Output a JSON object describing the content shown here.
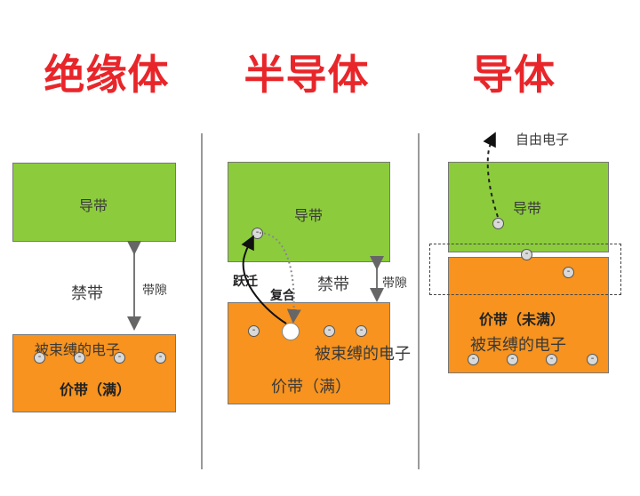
{
  "insulator": {
    "title": "绝缘体",
    "conduction_band": "导带",
    "forbidden_band": "禁带",
    "band_gap": "带隙",
    "bound_electrons": "被束缚的电子",
    "valence_band": "价带（满）",
    "electron_symbol": "-"
  },
  "semiconductor": {
    "title": "半导体",
    "conduction_band": "导带",
    "transition": "跃迁",
    "recombination": "复合",
    "forbidden_band": "禁带",
    "band_gap": "带隙",
    "bound_electrons": "被束缚的电子",
    "valence_band": "价带（满）"
  },
  "conductor": {
    "title": "导体",
    "free_electron": "自由电子",
    "conduction_band": "导带",
    "valence_band": "价带（未满）",
    "bound_electrons": "被束缚的电子"
  },
  "colors": {
    "title": "#e8262a",
    "conduction_band": "#8ccc3c",
    "valence_band": "#f7931e"
  }
}
